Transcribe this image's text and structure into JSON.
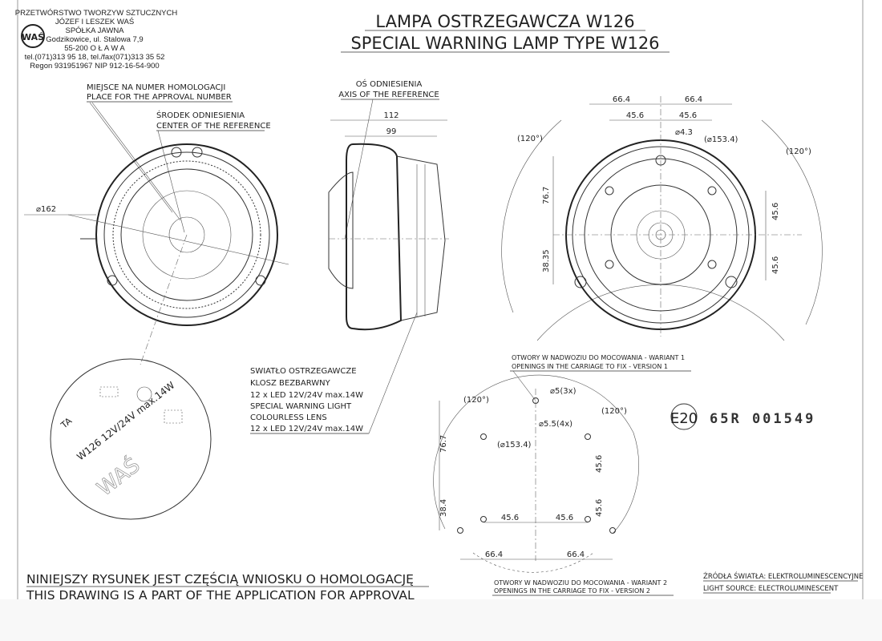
{
  "company": {
    "logo_text": "WAŚ",
    "lines": [
      "PRZETWÓRSTWO TWORZYW SZTUCZNYCH",
      "JÓZEF I LESZEK WAŚ",
      "SPÓŁKA JAWNA",
      "Godzikowice, ul. Stalowa 7,9",
      "55-200   O Ł A W A",
      "tel.(071)313 95 18, tel./fax(071)313 35 52",
      "Regon 931951967 NIP 912-16-54-900"
    ]
  },
  "title": {
    "pl": "LAMPA OSTRZEGAWCZA W126",
    "en": "SPECIAL WARNING LAMP TYPE W126"
  },
  "front_view": {
    "approval_label_pl": "MIEJSCE NA NUMER HOMOLOGACJI",
    "approval_label_en": "PLACE FOR THE APPROVAL NUMBER",
    "center_label_pl": "ŚRODEK ODNIESIENIA",
    "center_label_en": "CENTER OF THE REFERENCE",
    "diameter": "⌀162"
  },
  "side_view": {
    "axis_label_pl": "OŚ ODNIESIENIA",
    "axis_label_en": "AXIS OF THE REFERENCE",
    "dim_total": "112",
    "dim_body": "99",
    "spec_lines": [
      "SWIATŁO OSTRZEGAWCZE",
      "KLOSZ BEZBARWNY",
      "12 x LED   12V/24V  max.14W",
      "SPECIAL WARNING LIGHT",
      "COLOURLESS LENS",
      "12 x LED   12V/24V  max.14W"
    ]
  },
  "rear_view": {
    "dim_left": "66.4",
    "dim_right": "66.4",
    "dim_inner_left": "45.6",
    "dim_inner_right": "45.6",
    "hole": "⌀4.3",
    "pcd": "(⌀153.4)",
    "angle_left": "(120°)",
    "angle_right": "(120°)",
    "dim_v1": "76.7",
    "dim_v2": "38.35",
    "dim_v3": "45.6",
    "dim_v4": "45.6"
  },
  "detail": {
    "marking_1": "W126 12V/24V max.14W",
    "marking_2": "TA",
    "marking_3": "WAŚ"
  },
  "mounting": {
    "v1_pl": "OTWORY W NADWOZIU DO MOCOWANIA - WARIANT 1",
    "v1_en": "OPENINGS IN THE CARRIAGE TO FIX - VERSION 1",
    "v2_pl": "OTWORY W NADWOZIU DO MOCOWANIA - WARIANT 2",
    "v2_en": "OPENINGS IN THE CARRIAGE TO FIX - VERSION 2",
    "hole1": "⌀5(3x)",
    "hole2": "⌀5.5(4x)",
    "pcd": "(⌀153.4)",
    "angle_left": "(120°)",
    "angle_right": "(120°)",
    "dim_767": "76.7",
    "dim_384": "38.4",
    "dim_456a": "45.6",
    "dim_456b": "45.6",
    "dim_456c": "45.6",
    "dim_456d": "45.6",
    "dim_664a": "66.4",
    "dim_664b": "66.4"
  },
  "approval": {
    "mark": "E20",
    "number": "65R  001549"
  },
  "light_source": {
    "pl": "ŹRÓDŁA ŚWIATŁA: ELEKTROLUMINESCENCYJNE",
    "en": "LIGHT SOURCE: ELECTROLUMINESCENT"
  },
  "footer": {
    "pl": "NINIEJSZY RYSUNEK JEST CZĘŚCIĄ WNIOSKU O  HOMOLOGACJĘ",
    "en": "THIS DRAWING IS A PART OF THE APPLICATION FOR  APPROVAL"
  }
}
